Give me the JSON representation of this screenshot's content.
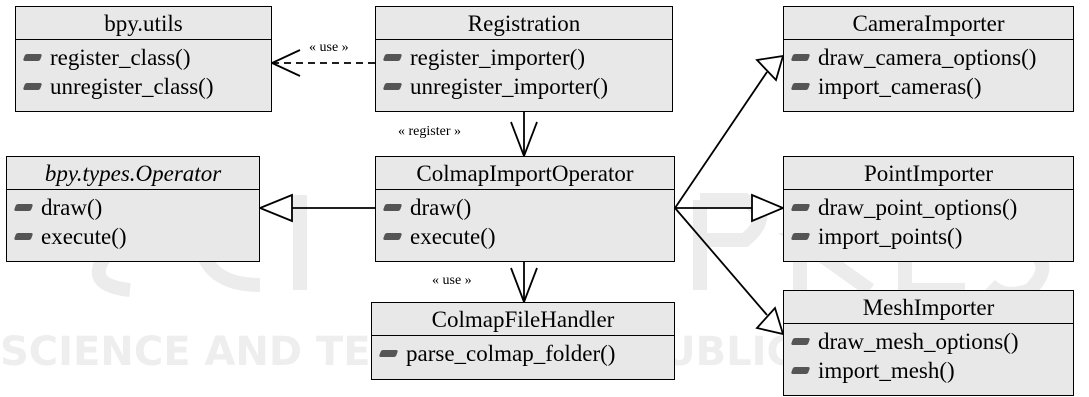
{
  "classes": {
    "bpy_utils": {
      "name": "bpy.utils",
      "ops": [
        "register_class()",
        "unregister_class()"
      ]
    },
    "registration": {
      "name": "Registration",
      "ops": [
        "register_importer()",
        "unregister_importer()"
      ]
    },
    "camera_importer": {
      "name": "CameraImporter",
      "ops": [
        "draw_camera_options()",
        "import_cameras()"
      ]
    },
    "operator": {
      "name": "bpy.types.Operator",
      "ops": [
        "draw()",
        "execute()"
      ]
    },
    "colmap_import_operator": {
      "name": "ColmapImportOperator",
      "ops": [
        "draw()",
        "execute()"
      ]
    },
    "point_importer": {
      "name": "PointImporter",
      "ops": [
        "draw_point_options()",
        "import_points()"
      ]
    },
    "file_handler": {
      "name": "ColmapFileHandler",
      "ops": [
        "parse_colmap_folder()"
      ]
    },
    "mesh_importer": {
      "name": "MeshImporter",
      "ops": [
        "draw_mesh_options()",
        "import_mesh()"
      ]
    }
  },
  "stereotypes": {
    "use_top": "« use »",
    "register": "« register »",
    "use_bottom": "« use »"
  },
  "icons": {
    "method_marker": "method-icon"
  },
  "colors": {
    "class_fill": "#e8e8e8",
    "line": "#000000",
    "method_icon": "#555555"
  }
}
